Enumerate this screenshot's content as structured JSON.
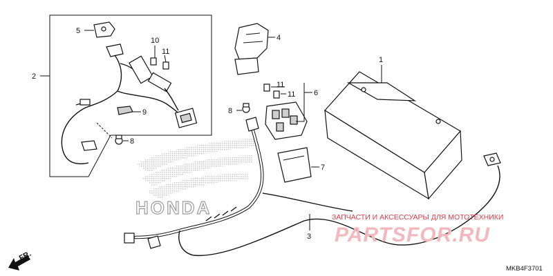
{
  "diagram": {
    "code": "MKB4F3701",
    "direction_label": "FR.",
    "callouts": {
      "c1": "1",
      "c2": "2",
      "c3": "3",
      "c4": "4",
      "c5": "5",
      "c6": "6",
      "c7": "7",
      "c8a": "8",
      "c8b": "8",
      "c9": "9",
      "c10": "10",
      "c11a": "11",
      "c11b": "11",
      "c11c": "11"
    }
  },
  "watermark": {
    "brand": "HONDA",
    "shop_tagline": "ЗАПЧАСТИ И АКСЕССУАРЫ ДЛЯ МОТОТЕХНИКИ",
    "shop_name": "PARTSFOR.RU",
    "colors": {
      "shop": "#e03a45",
      "brand": "#bdbdbd"
    }
  }
}
